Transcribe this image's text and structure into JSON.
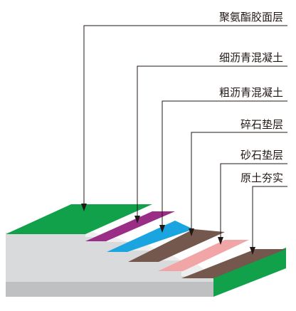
{
  "labels": {
    "pu_top": "聚氨酯胶面层",
    "fine_asphalt": "细沥青混凝土",
    "coarse_asphalt": "粗沥青混凝土",
    "crushed_stone": "碎石垫层",
    "sand_gravel": "砂石垫层",
    "compacted_soil": "原土夯实"
  },
  "colors": {
    "pu_green": "#12a14b",
    "fine_asphalt_purple": "#9a2d86",
    "coarse_asphalt_blue": "#1aa5e0",
    "crushed_stone_brown": "#74574d",
    "sand_gravel_pink": "#f2a5a7",
    "soil_brown": "#74574d",
    "slab_top_light": "#eeeeee",
    "slab_front": "#d9dadb",
    "slab_shadow": "#bfc0c1",
    "leader_line": "#231815"
  }
}
